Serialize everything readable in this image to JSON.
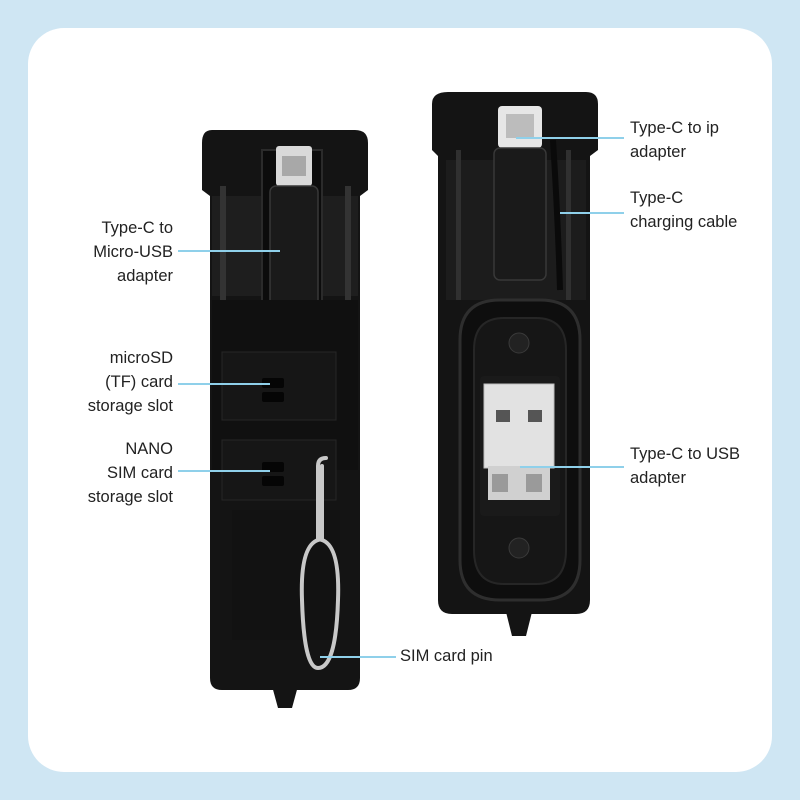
{
  "colors": {
    "background": "#cfe6f3",
    "card": "#ffffff",
    "device": "#141414",
    "leader_line": "#8fd0ea",
    "text": "#222222"
  },
  "image": {
    "left_device": "black storage case with Type-C to Micro-USB adapter, card slots and SIM pin",
    "right_device": "black storage case with Type-C to ip adapter, charging cable and Type-C to USB adapter"
  },
  "labels": {
    "type_c_micro_usb": "Type-C to\nMicro-USB\nadapter",
    "microsd_slot": "microSD\n(TF) card\nstorage slot",
    "nano_sim_slot": "NANO\nSIM card\nstorage slot",
    "sim_pin": "SIM card pin",
    "type_c_ip": "Type-C to ip\nadapter",
    "type_c_cable": "Type-C\ncharging cable",
    "type_c_usb": "Type-C to USB\nadapter"
  }
}
